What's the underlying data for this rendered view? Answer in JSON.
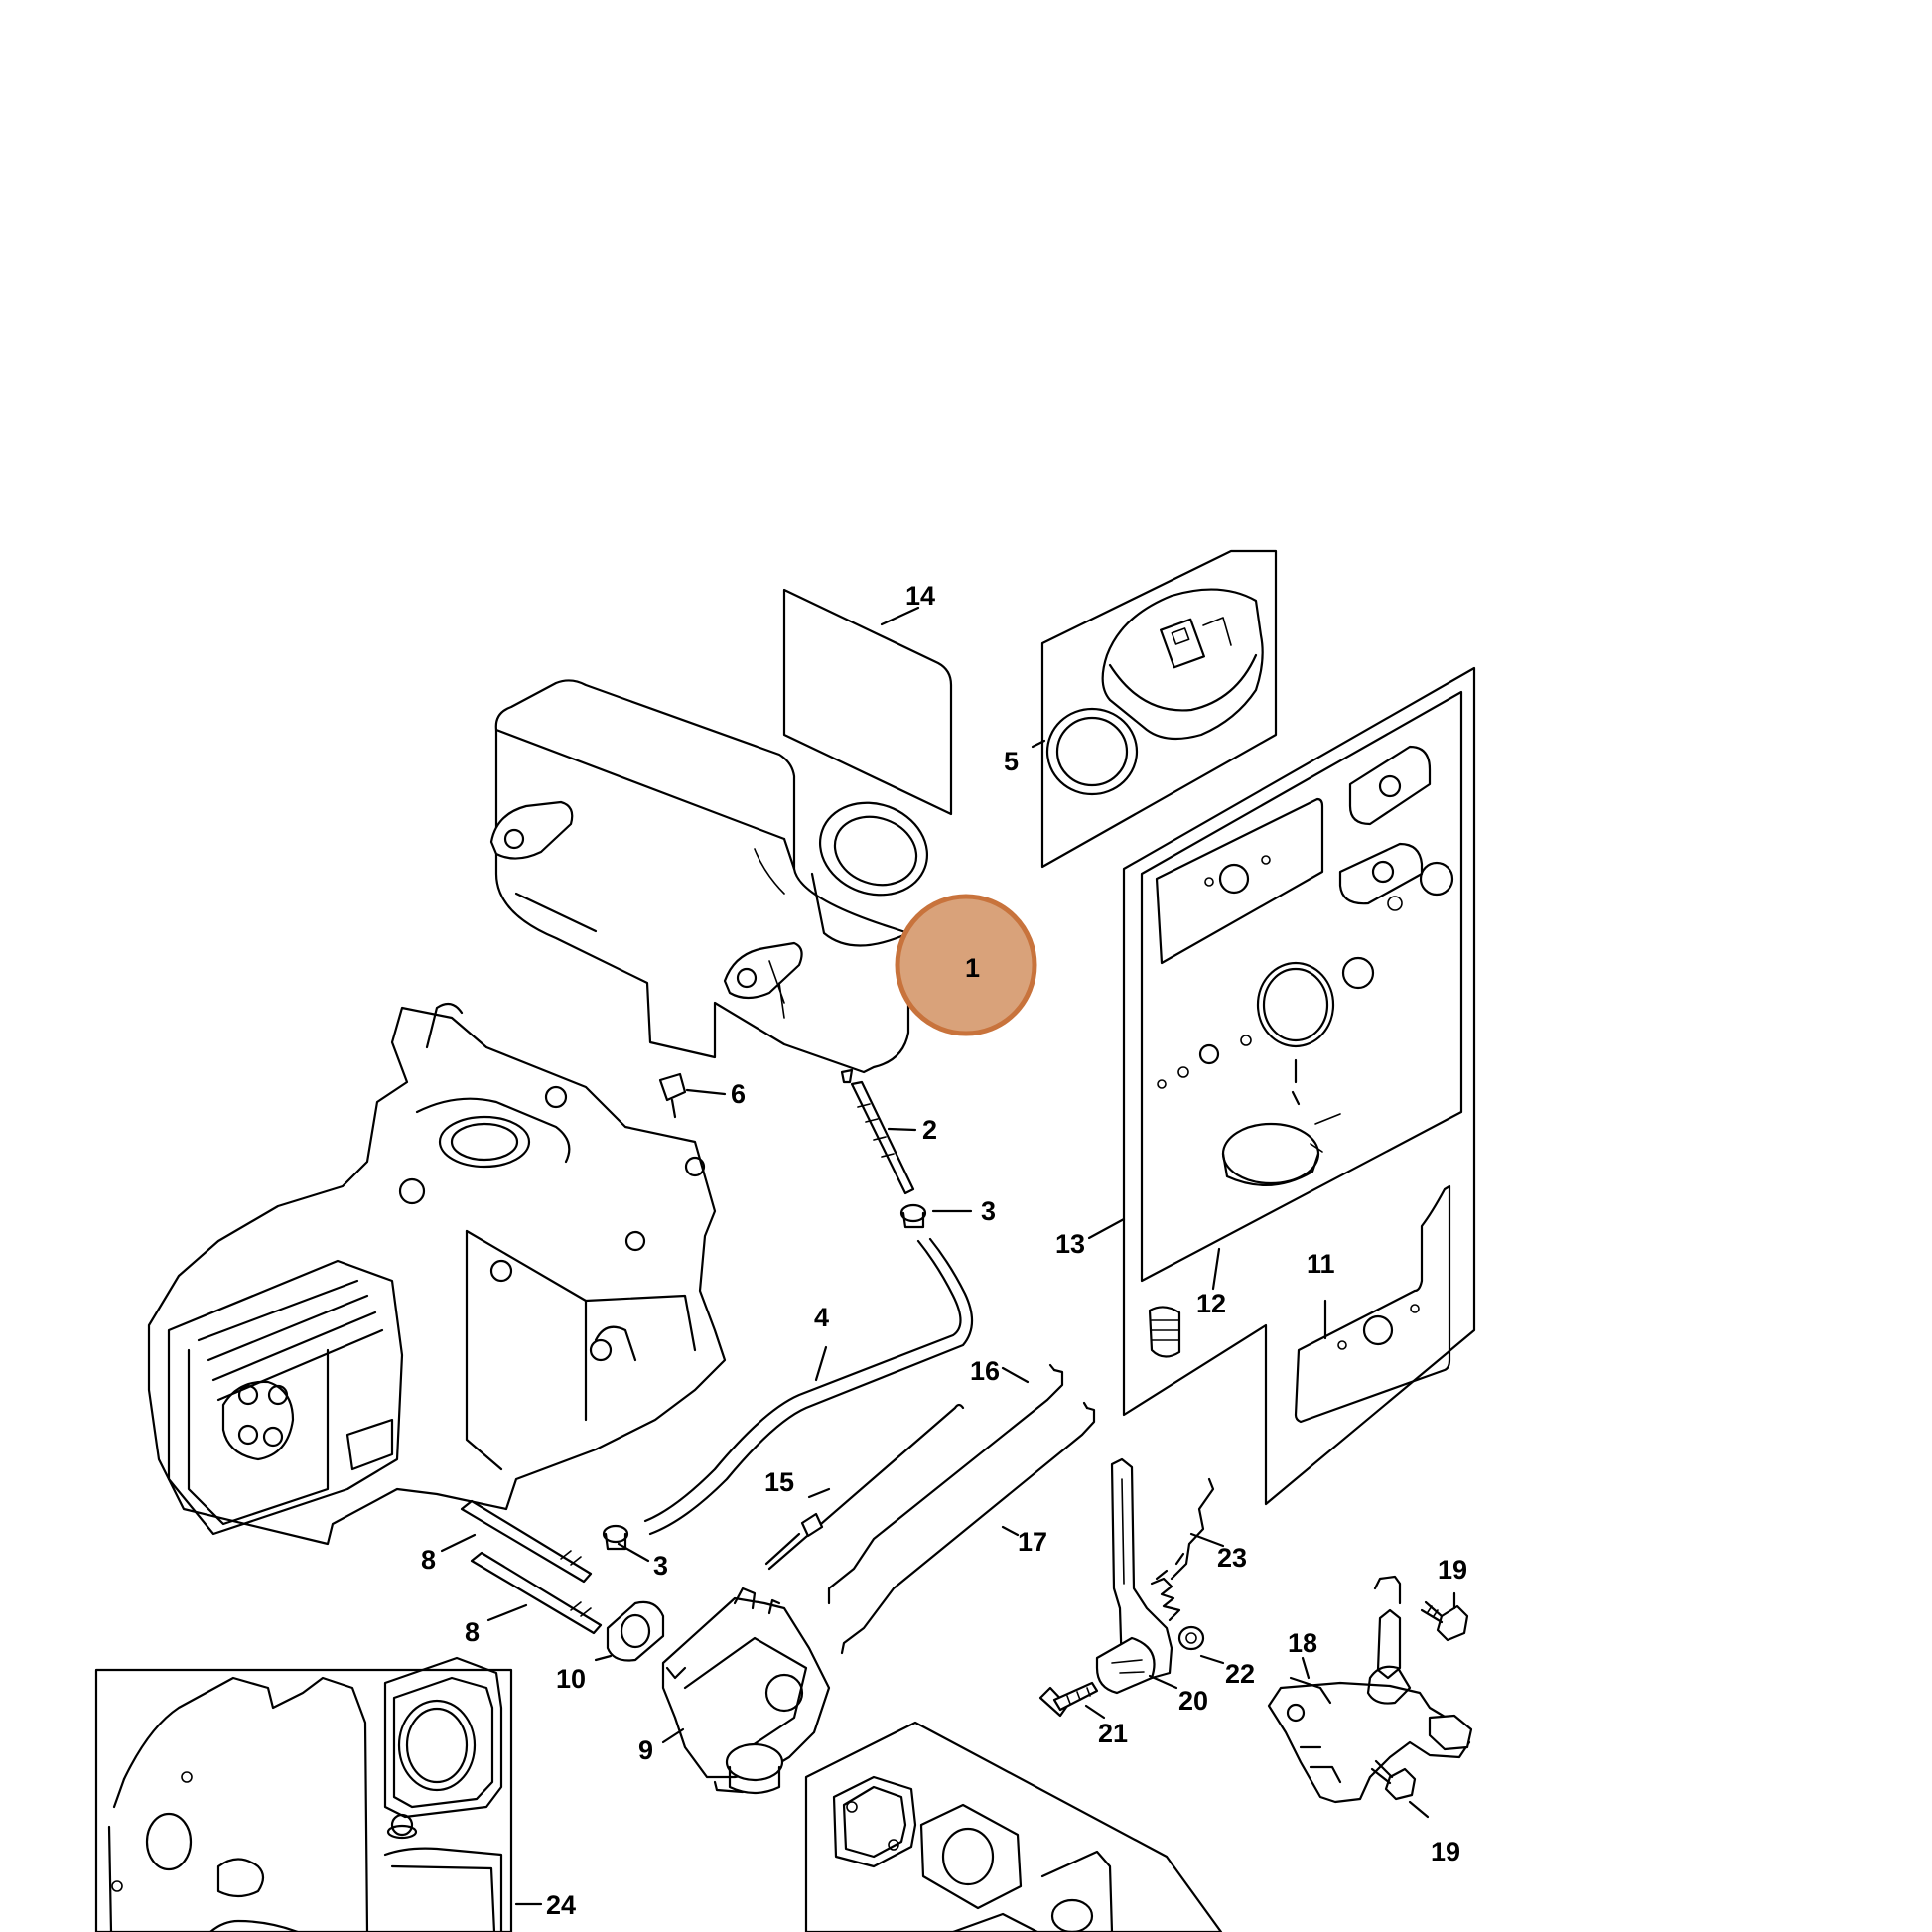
{
  "highlight_color": "#d9a27a",
  "highlight_stroke": "#c8733c",
  "callouts": [
    {
      "id": "1",
      "text": "1"
    },
    {
      "id": "2",
      "text": "2"
    },
    {
      "id": "3a",
      "text": "3"
    },
    {
      "id": "3b",
      "text": "3"
    },
    {
      "id": "4",
      "text": "4"
    },
    {
      "id": "5",
      "text": "5"
    },
    {
      "id": "6",
      "text": "6"
    },
    {
      "id": "8a",
      "text": "8"
    },
    {
      "id": "8b",
      "text": "8"
    },
    {
      "id": "9",
      "text": "9"
    },
    {
      "id": "10",
      "text": "10"
    },
    {
      "id": "11",
      "text": "11"
    },
    {
      "id": "12",
      "text": "12"
    },
    {
      "id": "13",
      "text": "13"
    },
    {
      "id": "14",
      "text": "14"
    },
    {
      "id": "15",
      "text": "15"
    },
    {
      "id": "16",
      "text": "16"
    },
    {
      "id": "17",
      "text": "17"
    },
    {
      "id": "18",
      "text": "18"
    },
    {
      "id": "19a",
      "text": "19"
    },
    {
      "id": "19b",
      "text": "19"
    },
    {
      "id": "20",
      "text": "20"
    },
    {
      "id": "21",
      "text": "21"
    },
    {
      "id": "22",
      "text": "22"
    },
    {
      "id": "23",
      "text": "23"
    },
    {
      "id": "24",
      "text": "24"
    }
  ],
  "selected_callout": "1"
}
